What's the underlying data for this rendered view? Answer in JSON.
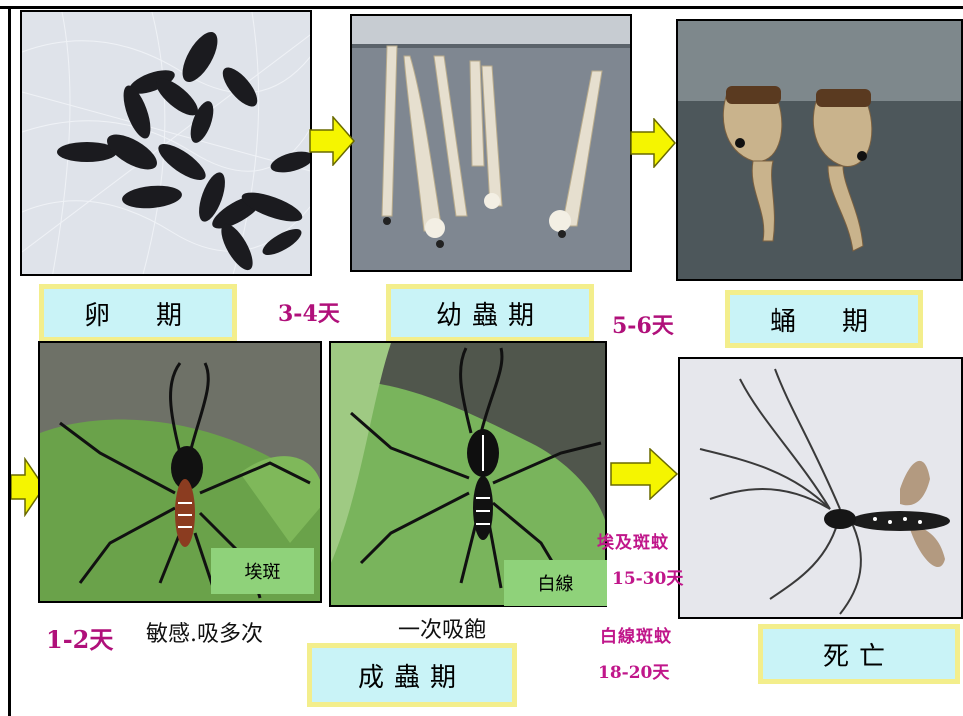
{
  "stages": {
    "egg": "卵　期",
    "larva": "幼蟲期",
    "pupa": "蛹　期",
    "adult": "成蟲期",
    "death": "死亡"
  },
  "durations": {
    "egg_to_larva": "3-4天",
    "larva_to_pupa": "5-6天",
    "adult_days": "1-2天"
  },
  "notes": {
    "sensitive": "敏感.吸多次",
    "one_feed": "一次吸飽"
  },
  "species_tags": {
    "aegypti": "埃斑",
    "albopictus": "白線"
  },
  "lifespan": {
    "aegypti_label": "埃及斑蚊",
    "aegypti_days": "15-30天",
    "albopictus_label": "白線斑蚊",
    "albopictus_days": "18-20天"
  },
  "colors": {
    "label_fill": "#c9f3f7",
    "label_border": "#f3ee8c",
    "arrow_fill": "#f5f500",
    "days_text": "#b0107a",
    "tag_fill": "#8fd27a"
  }
}
